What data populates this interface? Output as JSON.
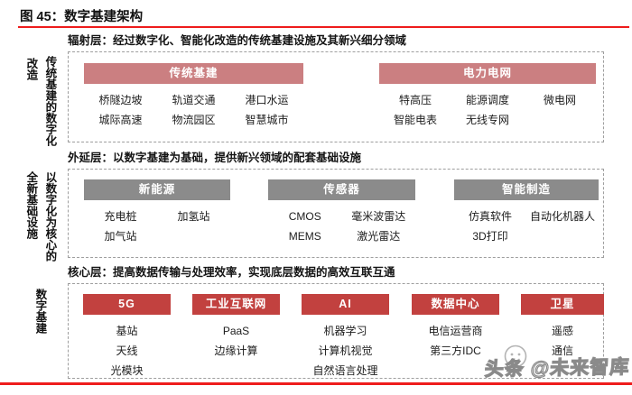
{
  "figure": {
    "title": "图 45：数字基建架构"
  },
  "colors": {
    "pink": "#cb7f81",
    "gray": "#8b8b8b",
    "red": "#c2413f",
    "rule_red": "#ee1c1c"
  },
  "layers": [
    {
      "side_outer": "改造",
      "side_inner": "传统基建的数字化",
      "caption": "辐射层：经过数字化、智能化改造的传统基建设施及其新兴细分领域",
      "boxes": [
        {
          "title": "传统基建",
          "items": [
            [
              "桥隧边坡",
              "轨道交通",
              "港口水运"
            ],
            [
              "城际高速",
              "物流园区",
              "智慧城市"
            ]
          ]
        },
        {
          "title": "电力电网",
          "items": [
            [
              "特高压",
              "能源调度",
              "微电网"
            ],
            [
              "智能电表",
              "无线专网"
            ]
          ]
        }
      ]
    },
    {
      "side_outer": "全新基础设施",
      "side_inner": "以数字化为核心的",
      "caption": "外延层：以数字基建为基础，提供新兴领域的配套基础设施",
      "boxes": [
        {
          "title": "新能源",
          "items": [
            [
              "充电桩",
              "加氢站"
            ],
            [
              "加气站"
            ]
          ]
        },
        {
          "title": "传感器",
          "items": [
            [
              "CMOS",
              "毫米波雷达"
            ],
            [
              "MEMS",
              "激光雷达"
            ]
          ]
        },
        {
          "title": "智能制造",
          "items": [
            [
              "仿真软件",
              "自动化机器人"
            ],
            [
              "3D打印"
            ]
          ]
        }
      ]
    },
    {
      "side_outer": "数字基建",
      "caption": "核心层：提高数据传输与处理效率，实现底层数据的高效互联互通",
      "boxes": [
        {
          "title": "5G",
          "items": [
            "基站",
            "天线",
            "光模块"
          ]
        },
        {
          "title": "工业互联网",
          "items": [
            "PaaS",
            "边缘计算"
          ]
        },
        {
          "title": "AI",
          "items": [
            "机器学习",
            "计算机视觉",
            "自然语言处理"
          ]
        },
        {
          "title": "数据中心",
          "items": [
            "电信运营商",
            "第三方IDC"
          ]
        },
        {
          "title": "卫星",
          "items": [
            "遥感",
            "通信"
          ]
        }
      ]
    }
  ],
  "watermark": {
    "text": "头条 @未来智库"
  }
}
